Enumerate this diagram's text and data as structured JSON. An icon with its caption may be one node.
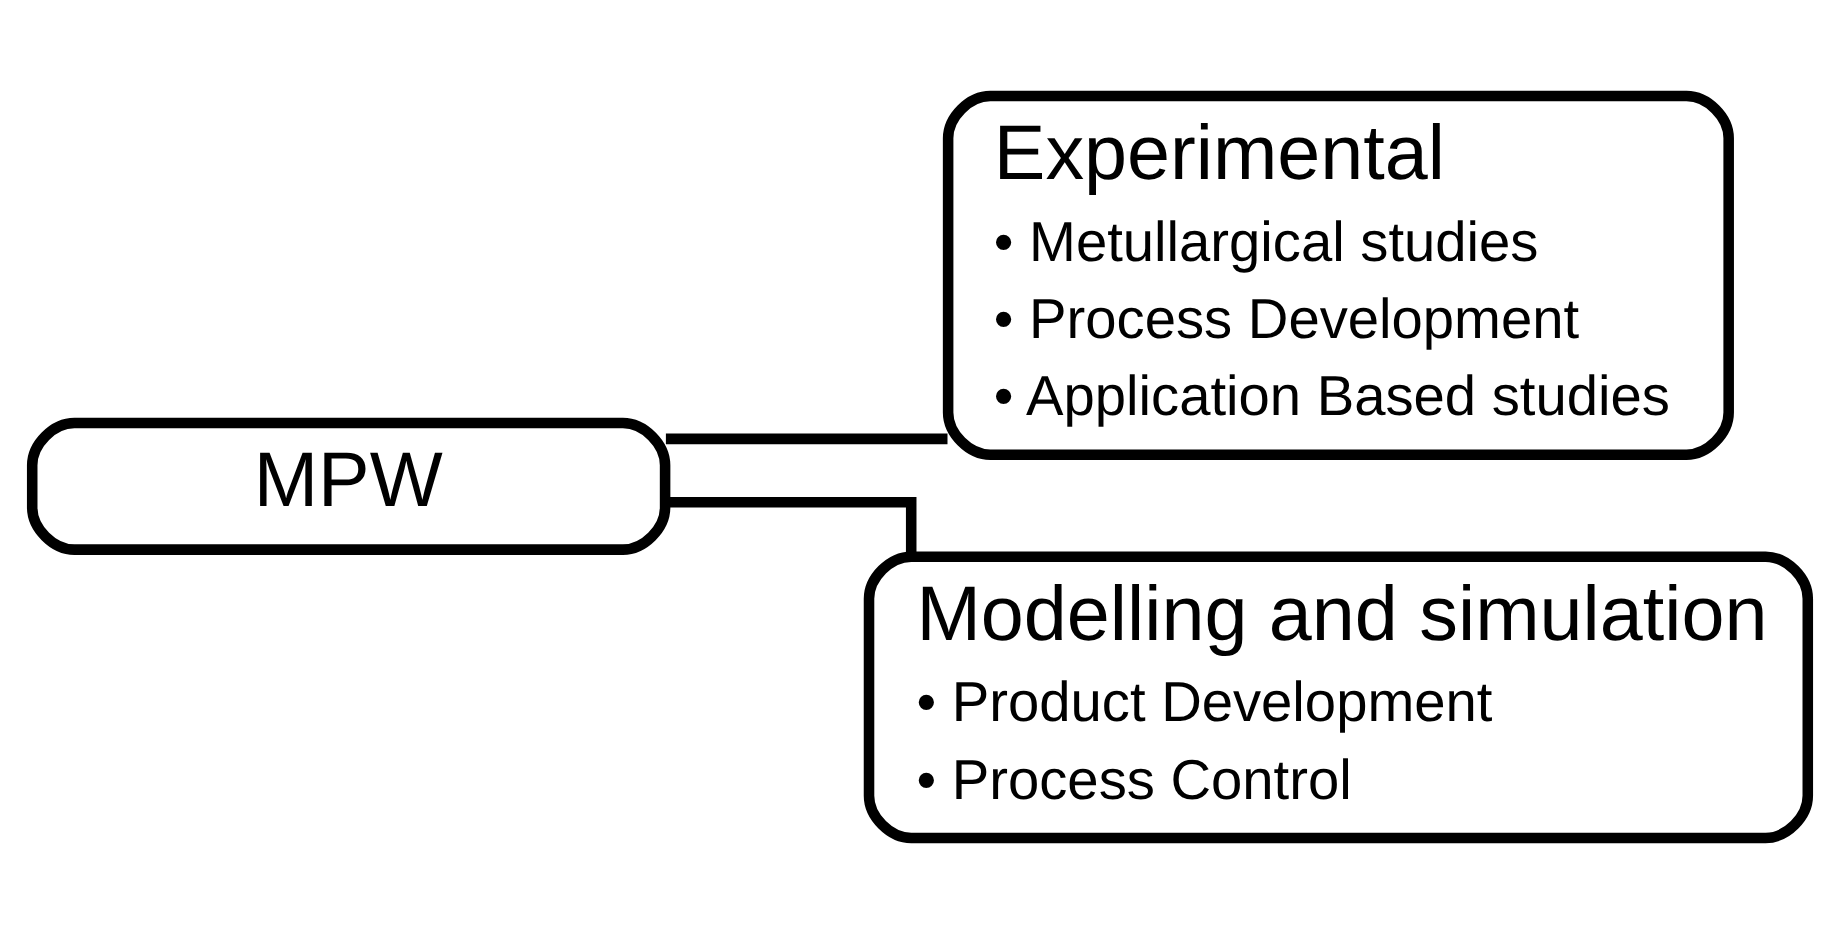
{
  "diagram": {
    "nodes": [
      {
        "text": [
          "MPW"
        ]
      },
      {
        "text": [
          "Experimental",
          "• Metullargical studies",
          "• Process Development",
          "• Application Based studies"
        ]
      },
      {
        "text": [
          "Modelling and simulation",
          "• Product Development",
          "• Process Control"
        ]
      }
    ],
    "edges": [
      {
        "from": 0,
        "to": 1,
        "arrow": "none"
      },
      {
        "from": 0,
        "to": 2,
        "arrow": "none"
      }
    ]
  }
}
